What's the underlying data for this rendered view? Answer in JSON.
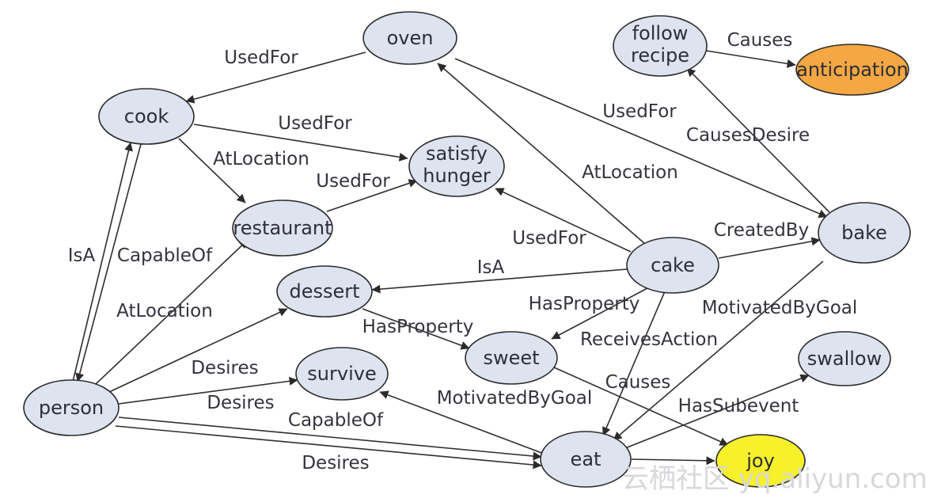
{
  "colors": {
    "node_fill": "#dde3ef",
    "anticipation_fill": "#f4a742",
    "joy_fill": "#f6f12a",
    "stroke": "#2b2b2b"
  },
  "nodes": {
    "oven": {
      "lines": [
        "oven"
      ]
    },
    "follow_recipe": {
      "lines": [
        "follow",
        "recipe"
      ]
    },
    "anticipation": {
      "lines": [
        "anticipation"
      ]
    },
    "cook": {
      "lines": [
        "cook"
      ]
    },
    "satisfy_hunger": {
      "lines": [
        "satisfy",
        "hunger"
      ]
    },
    "restaurant": {
      "lines": [
        "restaurant"
      ]
    },
    "bake": {
      "lines": [
        "bake"
      ]
    },
    "cake": {
      "lines": [
        "cake"
      ]
    },
    "dessert": {
      "lines": [
        "dessert"
      ]
    },
    "sweet": {
      "lines": [
        "sweet"
      ]
    },
    "survive": {
      "lines": [
        "survive"
      ]
    },
    "swallow": {
      "lines": [
        "swallow"
      ]
    },
    "person": {
      "lines": [
        "person"
      ]
    },
    "eat": {
      "lines": [
        "eat"
      ]
    },
    "joy": {
      "lines": [
        "joy"
      ]
    }
  },
  "edges": {
    "oven_cook": "UsedFor",
    "oven_bake": "UsedFor",
    "follow_anticipation": "Causes",
    "bake_follow": "CausesDesire",
    "cook_hunger": "UsedFor",
    "cook_restaurant": "AtLocation",
    "restaurant_hunger": "UsedFor",
    "cake_oven": "AtLocation",
    "cake_hunger": "UsedFor",
    "cake_bake": "CreatedBy",
    "cake_dessert": "IsA",
    "cake_sweet": "HasProperty",
    "cake_eat": "ReceivesAction",
    "bake_eat": "MotivatedByGoal",
    "person_cook_isa": "IsA",
    "person_cook_capable": "CapableOf",
    "person_restaurant": "AtLocation",
    "dessert_sweet": "HasProperty",
    "person_dessert": "Desires",
    "person_survive": "Desires",
    "eat_survive": "CapableOf",
    "sweet_joy": "MotivatedByGoal",
    "eat_joy": "Causes",
    "eat_swallow": "HasSubevent",
    "person_eat": "Desires"
  },
  "watermark": "云栖社区 yq.aliyun.com"
}
